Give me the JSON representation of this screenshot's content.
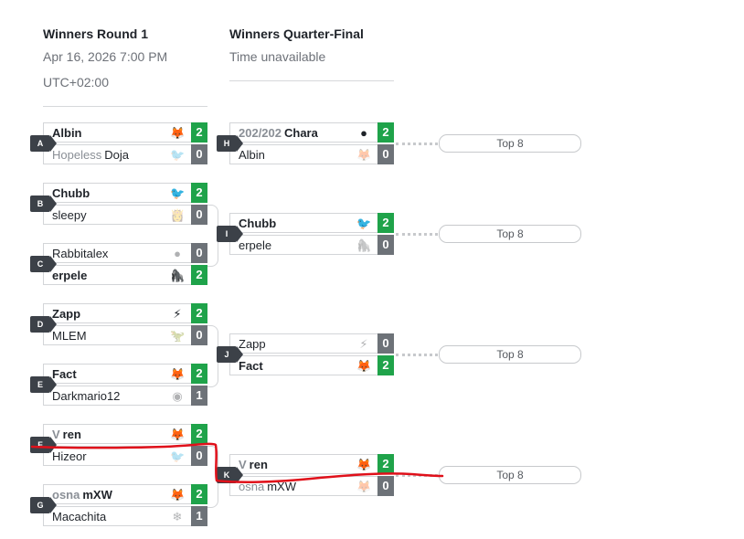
{
  "rounds": [
    {
      "title": "Winners Round 1",
      "date": "Apr 16, 2026 7:00 PM",
      "tz": "UTC+02:00"
    },
    {
      "title": "Winners Quarter-Final",
      "date": "Time unavailable"
    }
  ],
  "top8_label": "Top 8",
  "r1": [
    {
      "id": "A",
      "p1": {
        "prefix": "",
        "name": "Albin",
        "icon": "fox-icon",
        "glyph": "🦊",
        "score": "2",
        "win": true
      },
      "p2": {
        "prefix": "Hopeless",
        "name": "Doja",
        "icon": "falco-icon",
        "glyph": "🐦",
        "score": "0",
        "win": false
      }
    },
    {
      "id": "B",
      "p1": {
        "prefix": "",
        "name": "Chubb",
        "icon": "falco-icon",
        "glyph": "🐦",
        "score": "2",
        "win": true
      },
      "p2": {
        "prefix": "",
        "name": "sleepy",
        "icon": "peach-icon",
        "glyph": "👸",
        "score": "0",
        "win": false
      }
    },
    {
      "id": "C",
      "p1": {
        "prefix": "",
        "name": "Rabbitalex",
        "icon": "jigglypuff-icon",
        "glyph": "●",
        "score": "0",
        "win": false
      },
      "p2": {
        "prefix": "",
        "name": "erpele",
        "icon": "donkey-kong-icon",
        "glyph": "🦍",
        "score": "2",
        "win": true
      }
    },
    {
      "id": "D",
      "p1": {
        "prefix": "",
        "name": "Zapp",
        "icon": "pikachu-icon",
        "glyph": "⚡",
        "score": "2",
        "win": true
      },
      "p2": {
        "prefix": "",
        "name": "MLEM",
        "icon": "yoshi-icon",
        "glyph": "🦖",
        "score": "0",
        "win": false
      }
    },
    {
      "id": "E",
      "p1": {
        "prefix": "",
        "name": "Fact",
        "icon": "falco-fox-icon",
        "glyph": "🦊",
        "score": "2",
        "win": true
      },
      "p2": {
        "prefix": "",
        "name": "Darkmario12",
        "icon": "mario-icon",
        "glyph": "◉",
        "score": "1",
        "win": false
      }
    },
    {
      "id": "F",
      "p1": {
        "prefix": "V",
        "name": "ren",
        "icon": "fox-icon",
        "glyph": "🦊",
        "score": "2",
        "win": true
      },
      "p2": {
        "prefix": "",
        "name": "Hizeor",
        "icon": "falco-icon",
        "glyph": "🐦",
        "score": "0",
        "win": false
      }
    },
    {
      "id": "G",
      "p1": {
        "prefix": "osna",
        "name": "mXW",
        "icon": "fox-icon",
        "glyph": "🦊",
        "score": "2",
        "win": true
      },
      "p2": {
        "prefix": "",
        "name": "Macachita",
        "icon": "ice-climbers-icon",
        "glyph": "❄",
        "score": "1",
        "win": false
      }
    }
  ],
  "qf": [
    {
      "id": "H",
      "p1": {
        "prefix": "202/202",
        "name": "Chara",
        "icon": "jigglypuff-icon",
        "glyph": "●",
        "score": "2",
        "win": true
      },
      "p2": {
        "prefix": "",
        "name": "Albin",
        "icon": "fox-icon",
        "glyph": "🦊",
        "score": "0",
        "win": false
      }
    },
    {
      "id": "I",
      "p1": {
        "prefix": "",
        "name": "Chubb",
        "icon": "falco-icon",
        "glyph": "🐦",
        "score": "2",
        "win": true
      },
      "p2": {
        "prefix": "",
        "name": "erpele",
        "icon": "donkey-kong-icon",
        "glyph": "🦍",
        "score": "0",
        "win": false
      }
    },
    {
      "id": "J",
      "p1": {
        "prefix": "",
        "name": "Zapp",
        "icon": "pikachu-icon",
        "glyph": "⚡",
        "score": "0",
        "win": false
      },
      "p2": {
        "prefix": "",
        "name": "Fact",
        "icon": "fox-icon",
        "glyph": "🦊",
        "score": "2",
        "win": true
      }
    },
    {
      "id": "K",
      "p1": {
        "prefix": "V",
        "name": "ren",
        "icon": "fox-icon",
        "glyph": "🦊",
        "score": "2",
        "win": true
      },
      "p2": {
        "prefix": "osna",
        "name": "mXW",
        "icon": "fox-icon",
        "glyph": "🦊",
        "score": "0",
        "win": false
      }
    }
  ]
}
